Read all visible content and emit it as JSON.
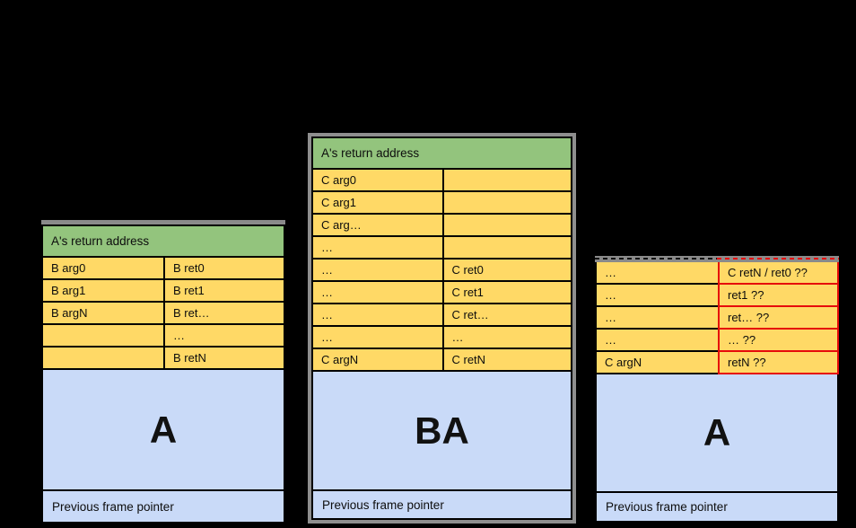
{
  "diagram": {
    "background": "#000000",
    "colors": {
      "return_address_green": "#93c47d",
      "cell_yellow": "#ffd966",
      "frame_blue": "#c9daf8",
      "warning_red": "#e60b0b",
      "edge_gray": "#8a8a8a",
      "border_black": "#000000"
    },
    "frames": [
      {
        "name": "left-stack",
        "header": "A's return address",
        "rows": [
          [
            "B arg0",
            "B ret0"
          ],
          [
            "B arg1",
            "B ret1"
          ],
          [
            "B argN",
            "B ret…"
          ],
          [
            "",
            "…"
          ],
          [
            "",
            "B retN"
          ]
        ],
        "body_label": "A",
        "footer": "Previous frame pointer"
      },
      {
        "name": "middle-stack",
        "header": "A's return address",
        "rows": [
          [
            "C arg0",
            ""
          ],
          [
            "C arg1",
            ""
          ],
          [
            "C arg…",
            ""
          ],
          [
            "…",
            ""
          ],
          [
            "…",
            "C ret0"
          ],
          [
            "…",
            "C ret1"
          ],
          [
            "…",
            "C ret…"
          ],
          [
            "…",
            "…"
          ],
          [
            "C argN",
            "C retN"
          ]
        ],
        "body_label": "BA",
        "footer": "Previous frame pointer"
      },
      {
        "name": "right-stack",
        "rows": [
          [
            "…",
            "C retN / ret0 ??"
          ],
          [
            "…",
            "ret1 ??"
          ],
          [
            "…",
            "ret… ??"
          ],
          [
            "…",
            "… ??"
          ],
          [
            "C argN",
            "retN ??"
          ]
        ],
        "body_label": "A",
        "footer": "Previous frame pointer"
      }
    ]
  }
}
